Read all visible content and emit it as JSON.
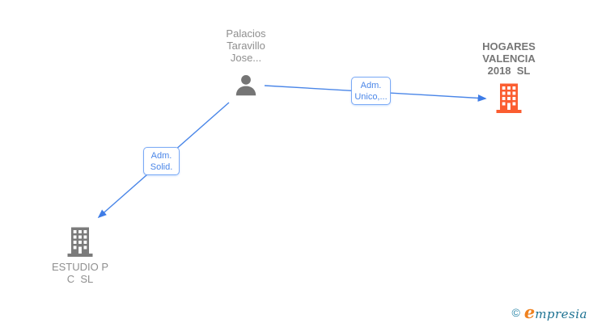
{
  "diagram": {
    "person": {
      "name_lines": [
        "Palacios",
        "Taravillo",
        "Jose..."
      ]
    },
    "company_right": {
      "name_lines": [
        "HOGARES",
        "VALENCIA",
        "2018  SL"
      ]
    },
    "company_left": {
      "name_lines": [
        "ESTUDIO P",
        "C  SL"
      ]
    },
    "edges": [
      {
        "from": "person",
        "to": "company_right",
        "label_lines": [
          "Adm.",
          "Unico,..."
        ]
      },
      {
        "from": "person",
        "to": "company_left",
        "label_lines": [
          "Adm.",
          "Solid."
        ]
      }
    ]
  },
  "colors": {
    "edge_blue": "#4a86e8",
    "arrow_blue": "#3e7ce6",
    "box_border": "#7aa9f5",
    "box_text": "#4a86e8",
    "person_gray": "#757575",
    "company_gray": "#7b7b7b",
    "company_orange": "#fb5d30",
    "label_gray": "#8f8f8f",
    "label_bold_gray": "#767676",
    "logo_teal": "#1d7292",
    "logo_orange": "#ef8220"
  },
  "footer": {
    "copyright": "©",
    "brand_initial": "e",
    "brand_rest": "mpresia"
  }
}
